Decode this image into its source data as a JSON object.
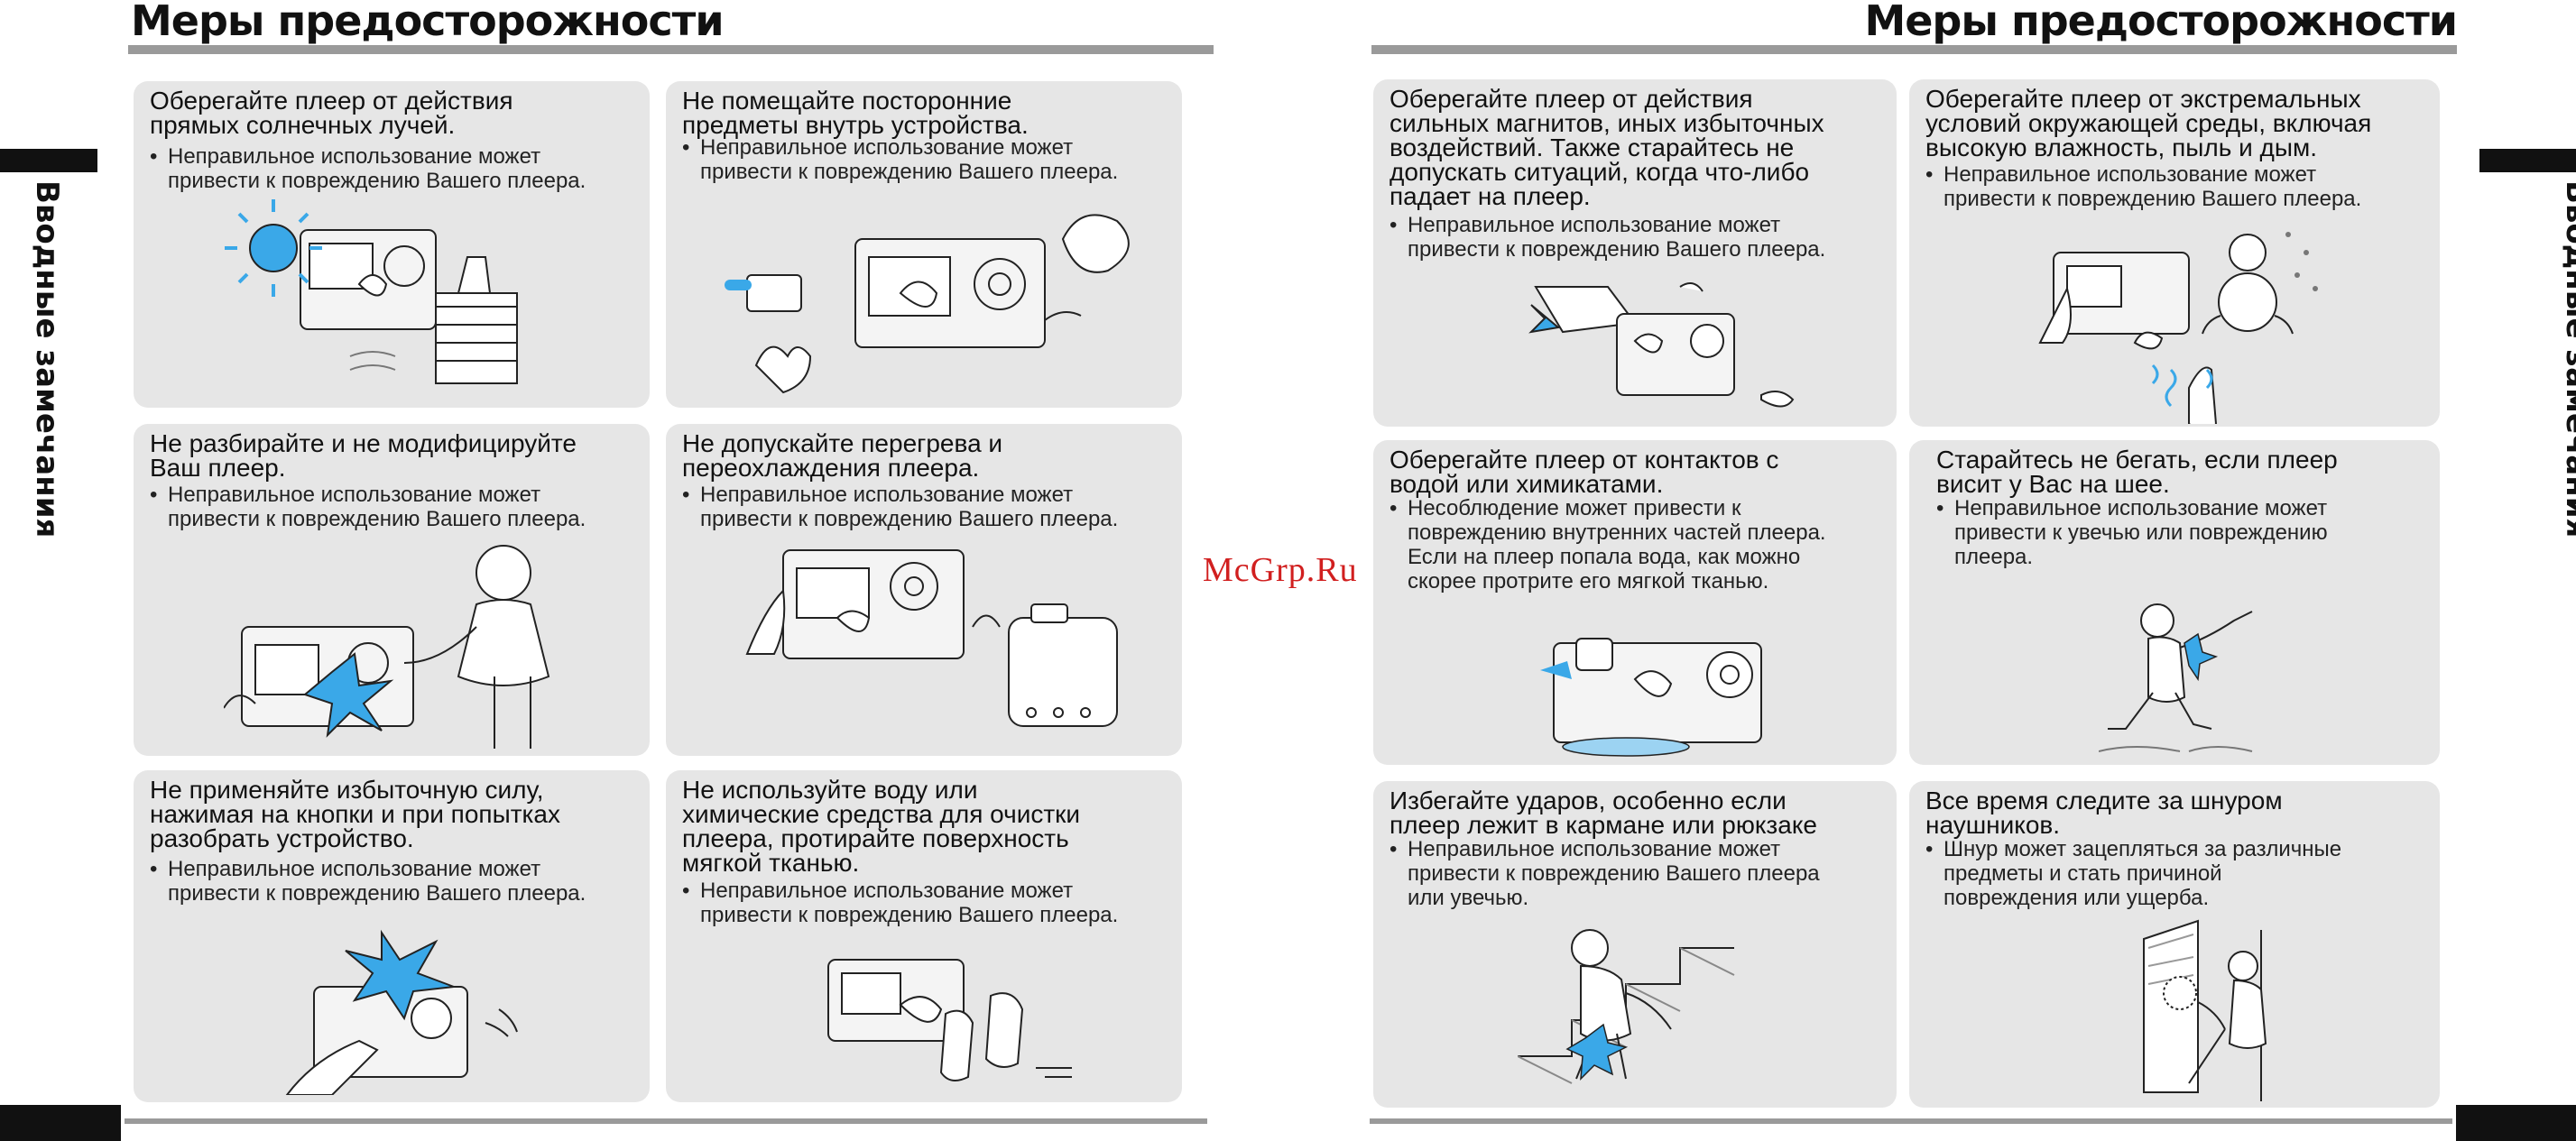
{
  "left_page": {
    "title": "Меры предосторожности",
    "side_label": "Вводные замечания"
  },
  "right_page": {
    "title": "Меры предосторожности",
    "side_label": "Вводные замечания"
  },
  "watermark": "McGrp.Ru",
  "cards": [
    {
      "heading": [
        "Оберегайте плеер от действия",
        "прямых солнечных лучей."
      ],
      "body": [
        "Неправильное использование может",
        "привести к повреждению Вашего плеера."
      ]
    },
    {
      "heading": [
        "Не помещайте посторонние",
        "предметы внутрь устройства."
      ],
      "body": [
        "Неправильное использование может",
        "привести к повреждению Вашего плеера."
      ]
    },
    {
      "heading": [
        "Не разбирайте и не модифицируйте",
        "Ваш плеер."
      ],
      "body": [
        "Неправильное использование может",
        "привести к повреждению Вашего плеера."
      ]
    },
    {
      "heading": [
        "Не допускайте перегрева и",
        "переохлаждения плеера."
      ],
      "body": [
        "Неправильное использование может",
        "привести к повреждению Вашего плеера."
      ]
    },
    {
      "heading": [
        "Не применяйте избыточную силу,",
        "нажимая на кнопки и при попытках",
        "разобрать устройство."
      ],
      "body": [
        "Неправильное использование может",
        "привести к повреждению Вашего плеера."
      ]
    },
    {
      "heading": [
        "Не используйте воду или",
        "химические средства для очистки",
        "плеера, протирайте поверхность",
        "мягкой тканью."
      ],
      "body": [
        "Неправильное использование может",
        "привести к повреждению Вашего плеера."
      ]
    },
    {
      "heading": [
        "Оберегайте плеер от действия",
        "сильных магнитов, иных избыточных",
        "воздействий. Также старайтесь не",
        "допускать ситуаций, когда что-либо",
        "падает на плеер."
      ],
      "body": [
        "Неправильное использование может",
        "привести к повреждению Вашего плеера."
      ]
    },
    {
      "heading": [
        "Оберегайте плеер от экстремальных",
        "условий окружающей среды, включая",
        "высокую влажность, пыль и дым."
      ],
      "body": [
        "Неправильное использование может",
        "привести к повреждению Вашего плеера."
      ]
    },
    {
      "heading": [
        "Оберегайте плеер от контактов с",
        "водой или химикатами."
      ],
      "body": [
        "Несоблюдение может привести к",
        "повреждению внутренних частей плеера.",
        "Если на плеер попала вода, как можно",
        "скорее протрите его мягкой тканью."
      ]
    },
    {
      "heading": [
        "Старайтесь не бегать, если плеер",
        "висит у Вас на шее."
      ],
      "body": [
        "Неправильное использование может",
        "привести к увечью или повреждению",
        "плеера."
      ]
    },
    {
      "heading": [
        "Избегайте ударов, особенно если",
        "плеер лежит в кармане или рюкзаке"
      ],
      "body": [
        "Неправильное использование может",
        "привести к повреждению Вашего плеера",
        "или увечью."
      ]
    },
    {
      "heading": [
        "Все время следите за шнуром",
        "наушников."
      ],
      "body": [
        "Шнур может зацепляться за различные",
        "предметы и стать причиной",
        "повреждения или ущерба."
      ]
    }
  ],
  "colors": {
    "card_bg": "#e6e6e6",
    "rule": "#9a9a9a",
    "accent_blue": "#3aa8e8",
    "watermark": "#d11f1f"
  }
}
